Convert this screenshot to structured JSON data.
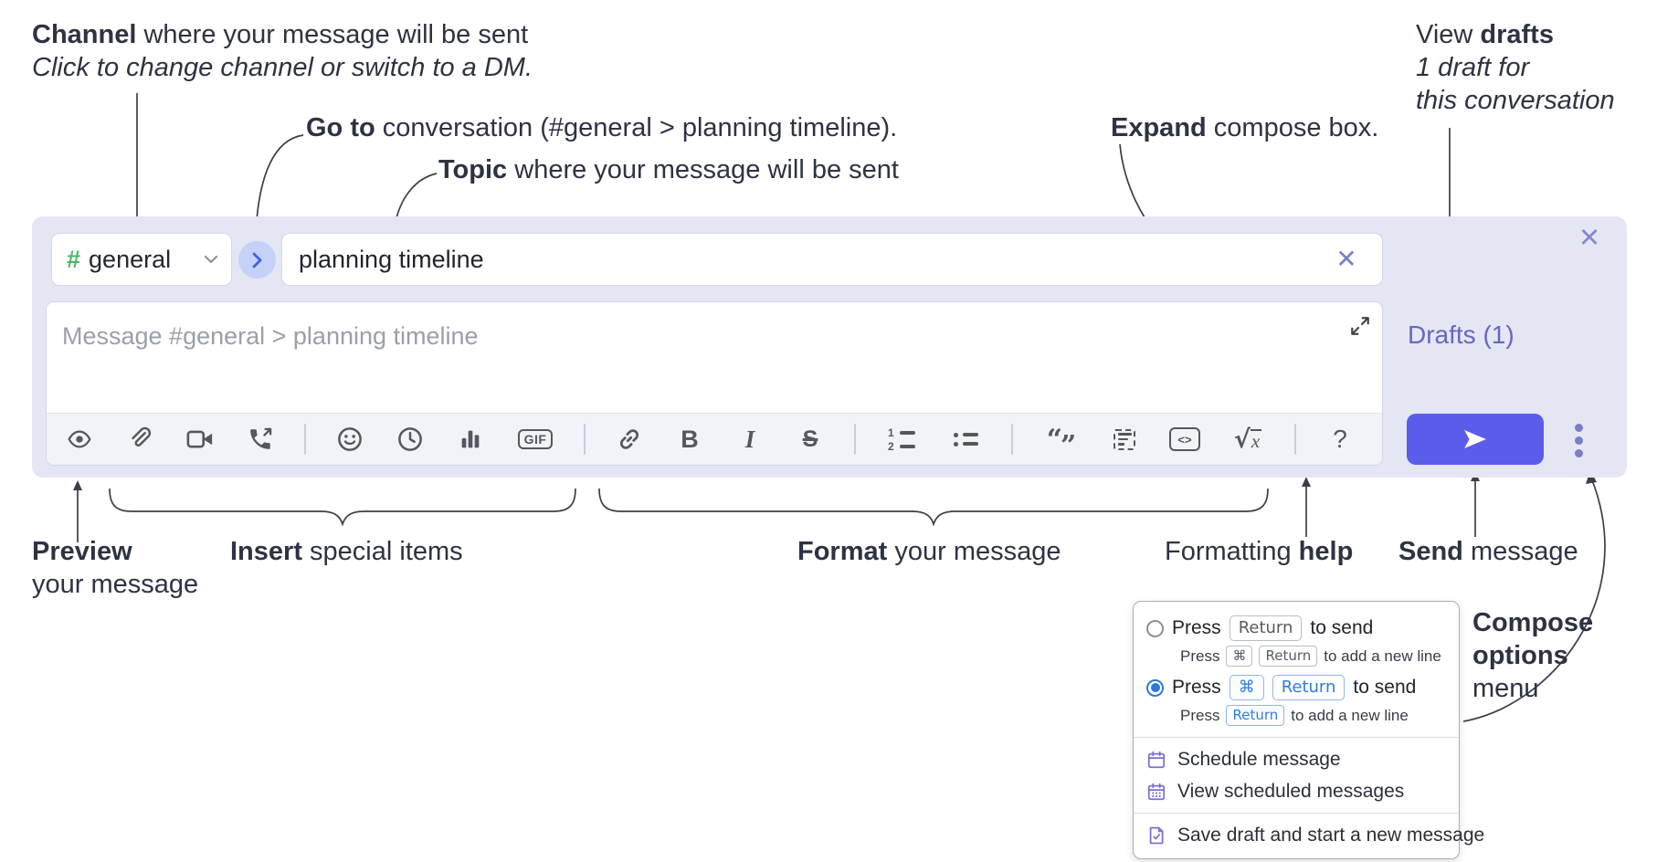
{
  "annotations": {
    "channel_line1_bold": "Channel",
    "channel_line1_rest": " where your message will be sent",
    "channel_line2": "Click to change channel or switch to a DM.",
    "goto_bold": "Go to",
    "goto_rest": " conversation (#general > planning timeline).",
    "topic_bold": "Topic",
    "topic_rest": " where your message will be sent",
    "expand_bold": "Expand",
    "expand_rest": " compose box.",
    "drafts_line1_regular": "View ",
    "drafts_line1_bold": "drafts",
    "drafts_line2": "1 draft for",
    "drafts_line3": "this conversation",
    "preview_bold": "Preview",
    "preview_line2": "your message",
    "insert_bold": "Insert",
    "insert_rest": " special items",
    "format_bold": "Format",
    "format_rest": " your message",
    "help_regular": "Formatting ",
    "help_bold": "help",
    "send_bold": "Send",
    "send_rest": " message",
    "compose_options_line1": "Compose",
    "compose_options_line2": "options",
    "compose_options_line3": "menu"
  },
  "compose": {
    "channel": {
      "hash": "#",
      "name": "general"
    },
    "topic": {
      "value": "planning timeline"
    },
    "message": {
      "placeholder": "Message #general > planning timeline"
    },
    "drafts_link": "Drafts (1)",
    "close_x": "✕",
    "clear_x": "✕"
  },
  "toolbar": {
    "icons": [
      "preview-eye",
      "attach-paperclip",
      "video-call",
      "voice-call",
      "divider",
      "emoji",
      "time",
      "poll",
      "gif",
      "divider",
      "link",
      "bold",
      "italic",
      "strikethrough",
      "divider",
      "numbered-list",
      "bulleted-list",
      "divider",
      "quote",
      "spoiler",
      "code",
      "math",
      "divider",
      "help"
    ],
    "gif": "GIF",
    "bold": "B",
    "italic": "I",
    "strike": "S",
    "num1": "1",
    "num2": "2",
    "quote_open": "“",
    "quote_close": "”",
    "code": "<>",
    "sqrt": "√",
    "math_x": "x",
    "help": "?"
  },
  "popup": {
    "opt1_press": "Press",
    "opt1_key": "Return",
    "opt1_suffix": "to send",
    "opt1_sub_press": "Press",
    "opt1_sub_key1": "⌘",
    "opt1_sub_key2": "Return",
    "opt1_sub_suffix": "to add a new line",
    "opt2_press": "Press",
    "opt2_key1": "⌘",
    "opt2_key2": "Return",
    "opt2_suffix": "to send",
    "opt2_sub_press": "Press",
    "opt2_sub_key": "Return",
    "opt2_sub_suffix": "to add a new line",
    "items": [
      "Schedule message",
      "View scheduled messages",
      "Save draft and start a new message"
    ]
  },
  "colors": {
    "compose_bg": "#e4e6f3",
    "send_accent": "#5a5cea",
    "drafts_link": "#6468c0",
    "hash_green": "#4fb564",
    "goto_circle_bg": "#c5d1f7",
    "goto_chevron": "#3e63dd",
    "radio_selected": "#2979d9",
    "kbd_blue": "#2b7ce0",
    "menu_icon_purple": "#7a6ed2",
    "toolbar_icon": "#54575e",
    "annotation_text": "#2d3342"
  }
}
